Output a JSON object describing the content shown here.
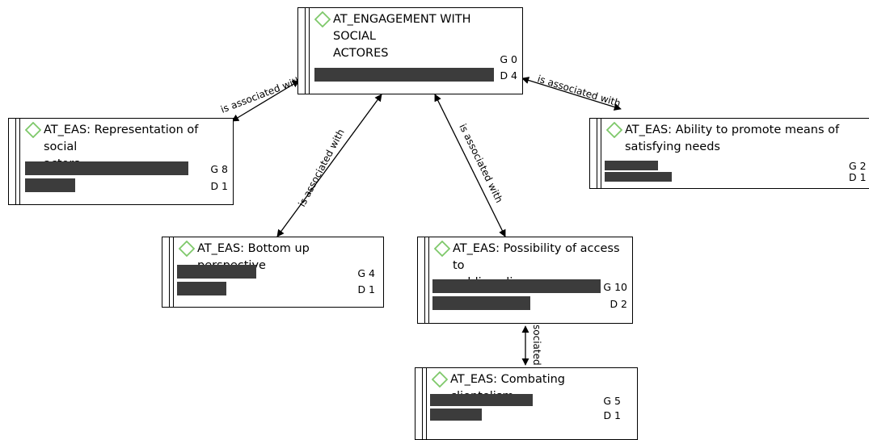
{
  "colors": {
    "bar": "#3c3c3c",
    "icon_stroke": "#7ec86a",
    "border": "#000000"
  },
  "edges": [
    {
      "label": "is associated with"
    },
    {
      "label": "is associated with"
    },
    {
      "label": "is associated with"
    },
    {
      "label": "is associated with"
    },
    {
      "label": "sociated"
    }
  ],
  "nodes": {
    "engagement": {
      "icon": "diamond-icon",
      "title_line1": "AT_ENGAGEMENT WITH SOCIAL",
      "title_line2": "ACTORES",
      "g": "G 0",
      "d": "D 4",
      "g_value": 0,
      "d_value": 4
    },
    "representation": {
      "icon": "diamond-icon",
      "title_line1": "AT_EAS: Representation of social",
      "title_line2": "actors",
      "g": "G 8",
      "d": "D 1",
      "g_value": 8,
      "d_value": 1
    },
    "ability": {
      "icon": "diamond-icon",
      "title_line1": "AT_EAS: Ability to promote means of",
      "title_line2": "satisfying needs",
      "g": "G 2",
      "d": "D 1",
      "g_value": 2,
      "d_value": 1
    },
    "bottom_up": {
      "icon": "diamond-icon",
      "title_line1": "AT_EAS: Bottom up perspective",
      "g": "G 4",
      "d": "D 1",
      "g_value": 4,
      "d_value": 1
    },
    "possibility": {
      "icon": "diamond-icon",
      "title_line1": "AT_EAS: Possibility of access to",
      "title_line2": "public policy",
      "g": "G 10",
      "d": "D 2",
      "g_value": 10,
      "d_value": 2
    },
    "clientelism": {
      "icon": "diamond-icon",
      "title_line1": "AT_EAS: Combating clientelism",
      "g": "G 5",
      "d": "D 1",
      "g_value": 5,
      "d_value": 1
    }
  }
}
